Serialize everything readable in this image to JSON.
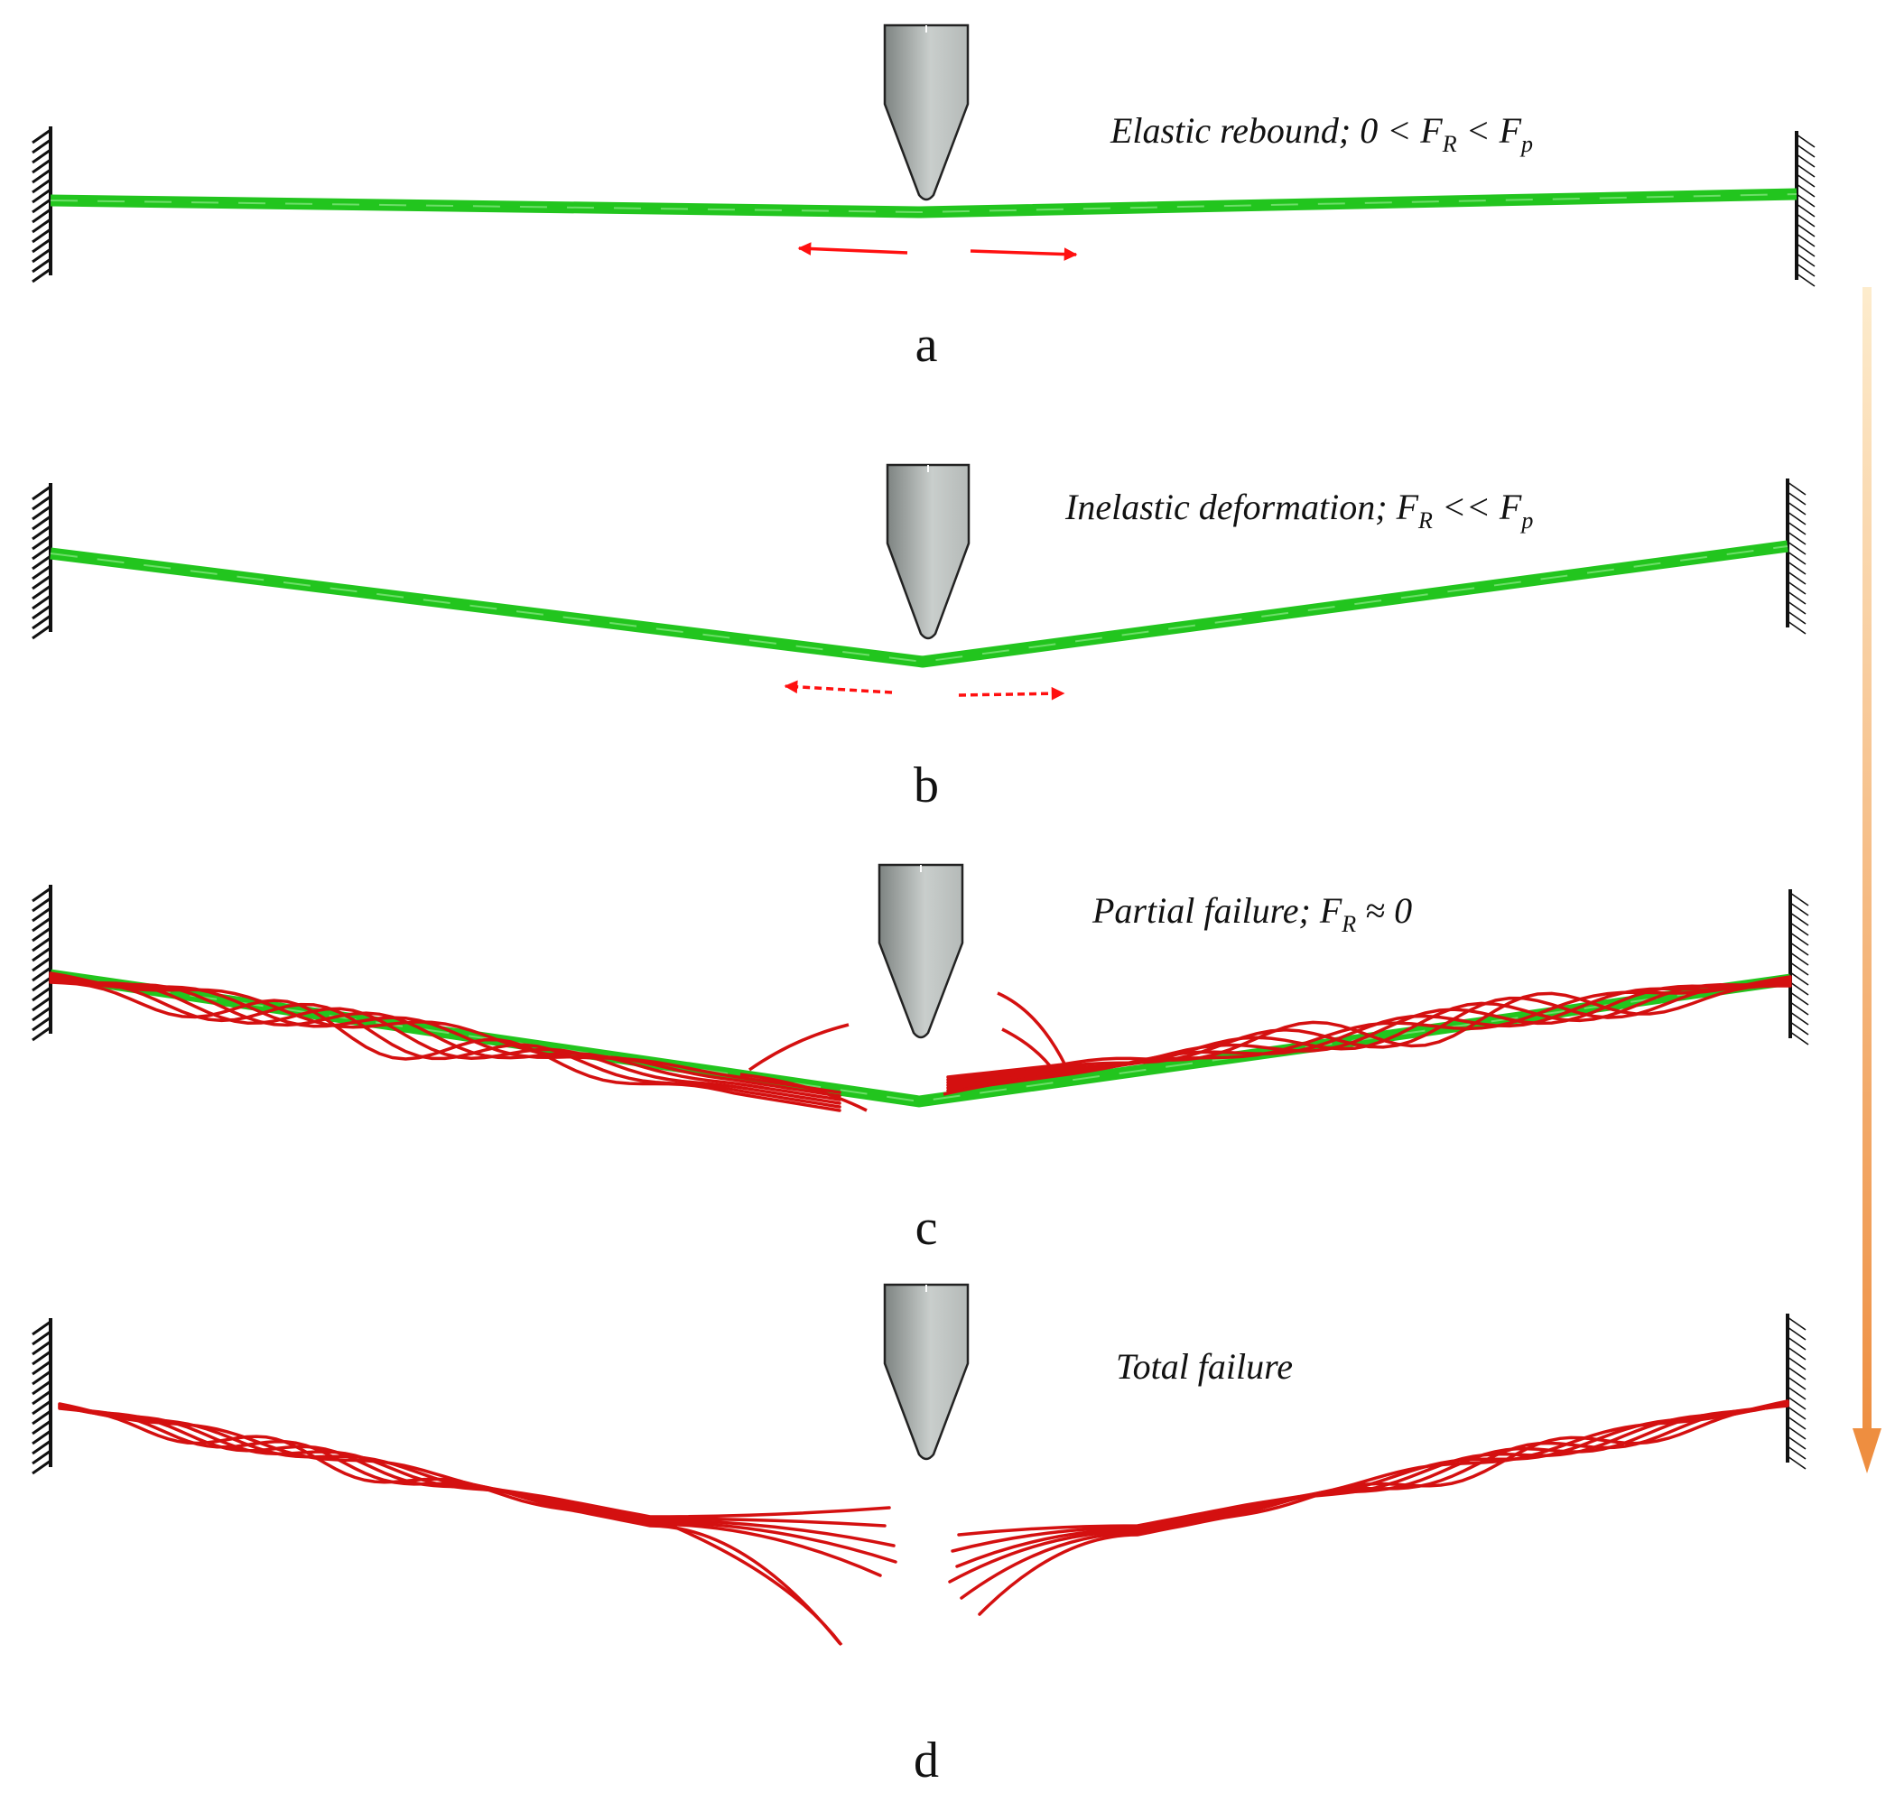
{
  "panels": [
    {
      "letter": "a",
      "label": "Elastic rebound; ",
      "formula": [
        "0 < F",
        "R",
        " < F",
        "p"
      ]
    },
    {
      "letter": "b",
      "label": "Inelastic deformation; ",
      "formula": [
        "F",
        "R",
        " << F",
        "p"
      ]
    },
    {
      "letter": "c",
      "label": "Partial failure;  ",
      "formula": [
        "F",
        "R",
        " ≈ 0"
      ]
    },
    {
      "letter": "d",
      "label": "Total  failure",
      "formula": []
    }
  ],
  "colors": {
    "intact_yarn": "#22c51e",
    "failed_yarn": "#d41010",
    "arrow": "#ff1010",
    "indenter_dark": "#7e8482",
    "indenter_light": "#c9cecc",
    "progress_arrow_top": "#fdeccd",
    "progress_arrow_bottom": "#ee8e40",
    "clamp": "#111111"
  },
  "icons": [
    "indenter-icon",
    "fixed-clamp-icon",
    "tension-arrow-icon",
    "progression-arrow-icon"
  ]
}
